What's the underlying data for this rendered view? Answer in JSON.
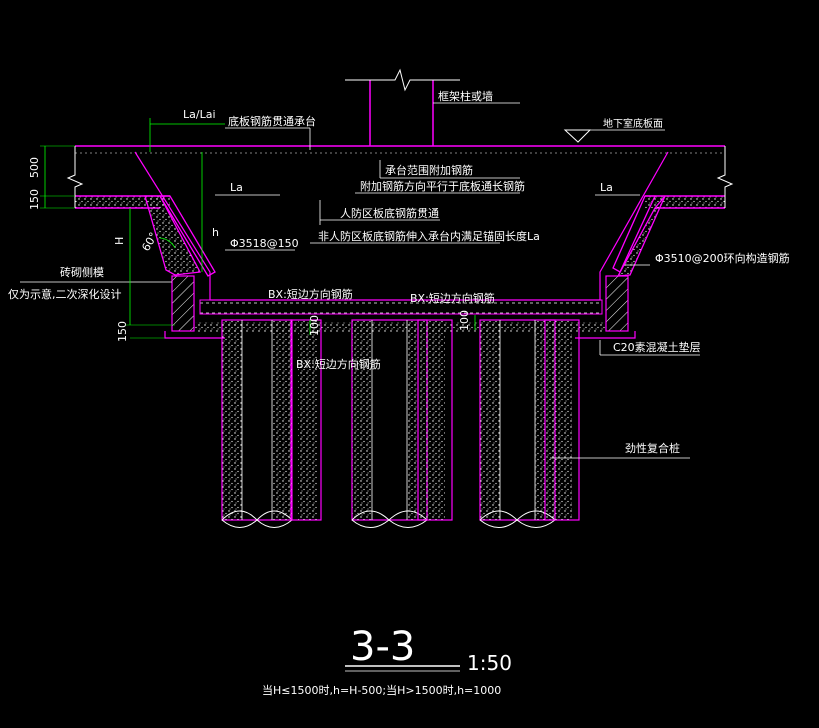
{
  "title": "3-3",
  "scale": "1:50",
  "note": "当H≤1500时,h=H-500;当H>1500时,h=1000",
  "labels": {
    "top_column": "框架柱或墙",
    "basement_floor": "地下室底板面",
    "bottom_bar_through": "底板钢筋贯通承台",
    "la_lai": "La/Lai",
    "la_left": "La",
    "la_right": "La",
    "cap_extra_bar": "承台范围附加钢筋",
    "extra_bar_dir": "附加钢筋方向平行于底板通长钢筋",
    "civil_defense_bar": "人防区板底钢筋贯通",
    "non_civil_defense_bar": "非人防区板底钢筋伸入承台内满足锚固长度La",
    "left_rebar": "Φ3518@150",
    "right_rebar": "Φ3510@200环向构造钢筋",
    "brick_mold": "砖砌侧模",
    "brick_note": "仅为示意,二次深化设计",
    "bx1": "BX:短边方向钢筋",
    "bx2": "BX:短边方向钢筋",
    "bx3": "BX:短边方向钢筋",
    "c20": "C20素混凝土垫层",
    "pile": "劲性复合桩",
    "angle": "60°",
    "h_big": "H",
    "h_small": "h"
  },
  "dimensions": {
    "d500": "500",
    "d150_top": "150",
    "d150_bottom": "150",
    "d100_a": "100",
    "d100_b": "100"
  },
  "colors": {
    "background": "#000000",
    "structure": "#ff00ff",
    "dimension": "#00ff00",
    "text": "#ffffff",
    "hatch": "#ffffff"
  }
}
